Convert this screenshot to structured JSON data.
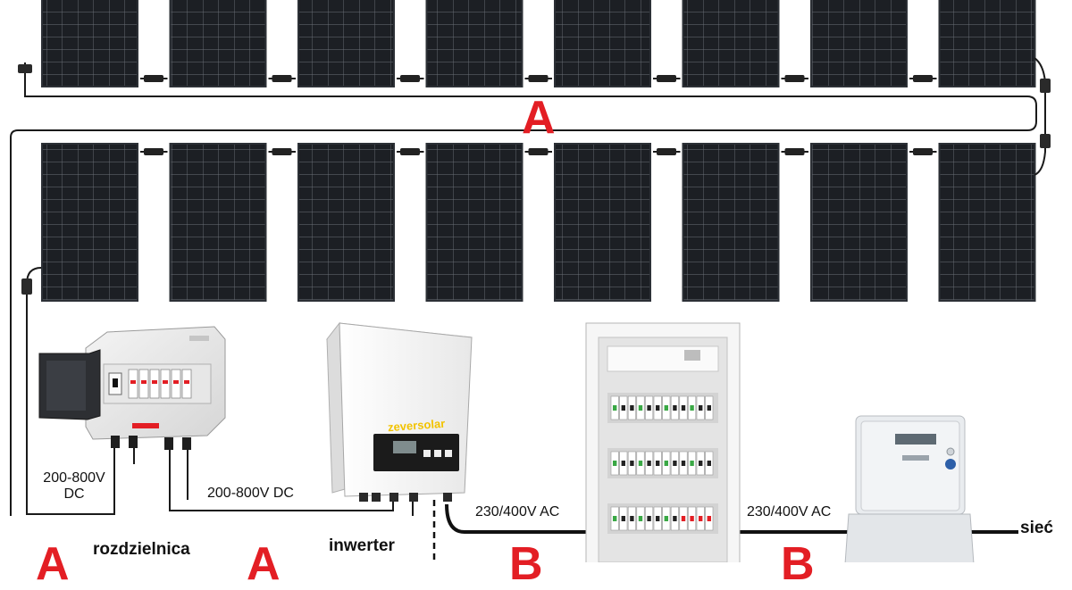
{
  "panels": {
    "top_row_count": 8,
    "bottom_row_count": 8
  },
  "circuit_labels": {
    "string_loop": "A",
    "dc_to_switchgear": "A",
    "dc_to_inverter": "A",
    "ac_to_panel": "B",
    "ac_to_meter": "B"
  },
  "voltage_labels": {
    "dc_string_line1": "200-800V",
    "dc_string_line2": "DC",
    "dc_inverter": "200-800V DC",
    "ac_inverter": "230/400V AC",
    "ac_meter": "230/400V AC"
  },
  "component_labels": {
    "switchgear": "rozdzielnica",
    "inverter": "inwerter",
    "grid": "sieć"
  },
  "device_text": {
    "inverter_brand": "zeversolar"
  },
  "colors": {
    "circuit_letter": "#e31e24",
    "panel_cell": "#1c1f24",
    "panel_frame": "#2c3036",
    "cable": "#1a1a1a",
    "inverter_accent": "#f2c300"
  }
}
